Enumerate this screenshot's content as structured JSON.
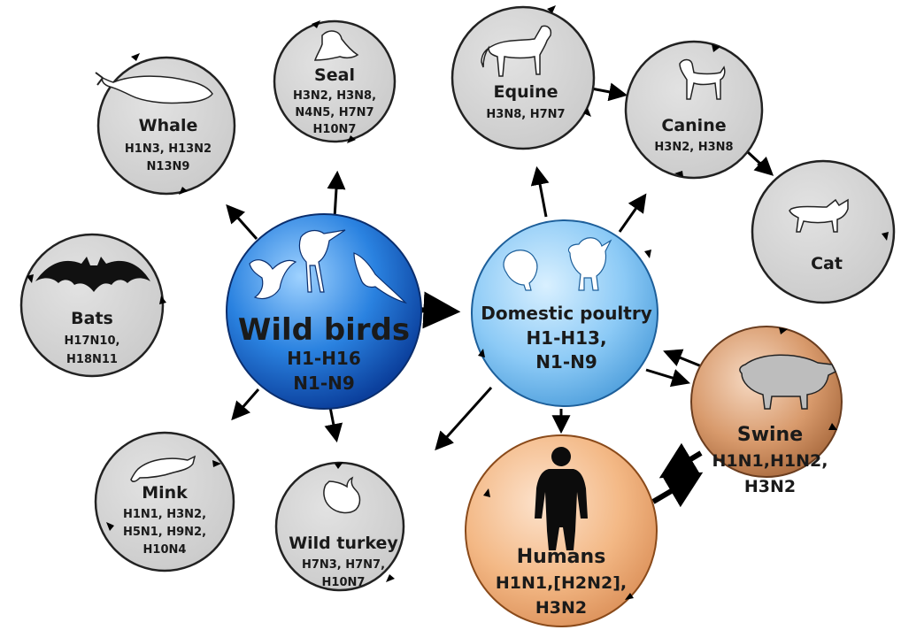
{
  "nodes": {
    "wild_birds": {
      "name": "Wild birds",
      "subtypes": [
        "H1-H16",
        "N1-N9"
      ]
    },
    "domestic_poultry": {
      "name": "Domestic poultry",
      "subtypes": [
        "H1-H13,",
        "N1-N9"
      ]
    },
    "whale": {
      "name": "Whale",
      "subtypes": [
        "H1N3, H13N2",
        "N13N9"
      ]
    },
    "seal": {
      "name": "Seal",
      "subtypes": [
        "H3N2, H3N8,",
        "N4N5, H7N7",
        "H10N7"
      ]
    },
    "equine": {
      "name": "Equine",
      "subtypes": [
        "H3N8, H7N7"
      ]
    },
    "canine": {
      "name": "Canine",
      "subtypes": [
        "H3N2, H3N8"
      ]
    },
    "cat": {
      "name": "Cat",
      "subtypes": []
    },
    "bats": {
      "name": "Bats",
      "subtypes": [
        "H17N10,",
        "H18N11"
      ]
    },
    "mink": {
      "name": "Mink",
      "subtypes": [
        "H1N1, H3N2,",
        "H5N1, H9N2,",
        "H10N4"
      ]
    },
    "wild_turkey": {
      "name": "Wild turkey",
      "subtypes": [
        "H7N3, H7N7,",
        "H10N7"
      ]
    },
    "swine": {
      "name": "Swine",
      "subtypes": [
        "H1N1,H1N2,",
        "H3N2"
      ]
    },
    "humans": {
      "name": "Humans",
      "subtypes": [
        "H1N1,[H2N2],",
        "H3N2"
      ]
    }
  },
  "colors": {
    "gray_node": "#d3d3d3",
    "wild_birds_blue": "#1f74d6",
    "domestic_poultry_blue": "#7fc4f4",
    "swine_brown": "#c9875a",
    "humans_orange": "#f1b07f",
    "arrow": "#000000"
  },
  "icons": {
    "wild_birds": "birds-icon",
    "domestic_poultry": "turkey-and-chicken-icon",
    "whale": "whale-icon",
    "seal": "seal-icon",
    "equine": "horse-icon",
    "canine": "dog-icon",
    "cat": "cat-icon",
    "bats": "bat-icon",
    "mink": "mink-icon",
    "wild_turkey": "turkey-icon",
    "swine": "pig-icon",
    "humans": "human-silhouette-icon"
  }
}
